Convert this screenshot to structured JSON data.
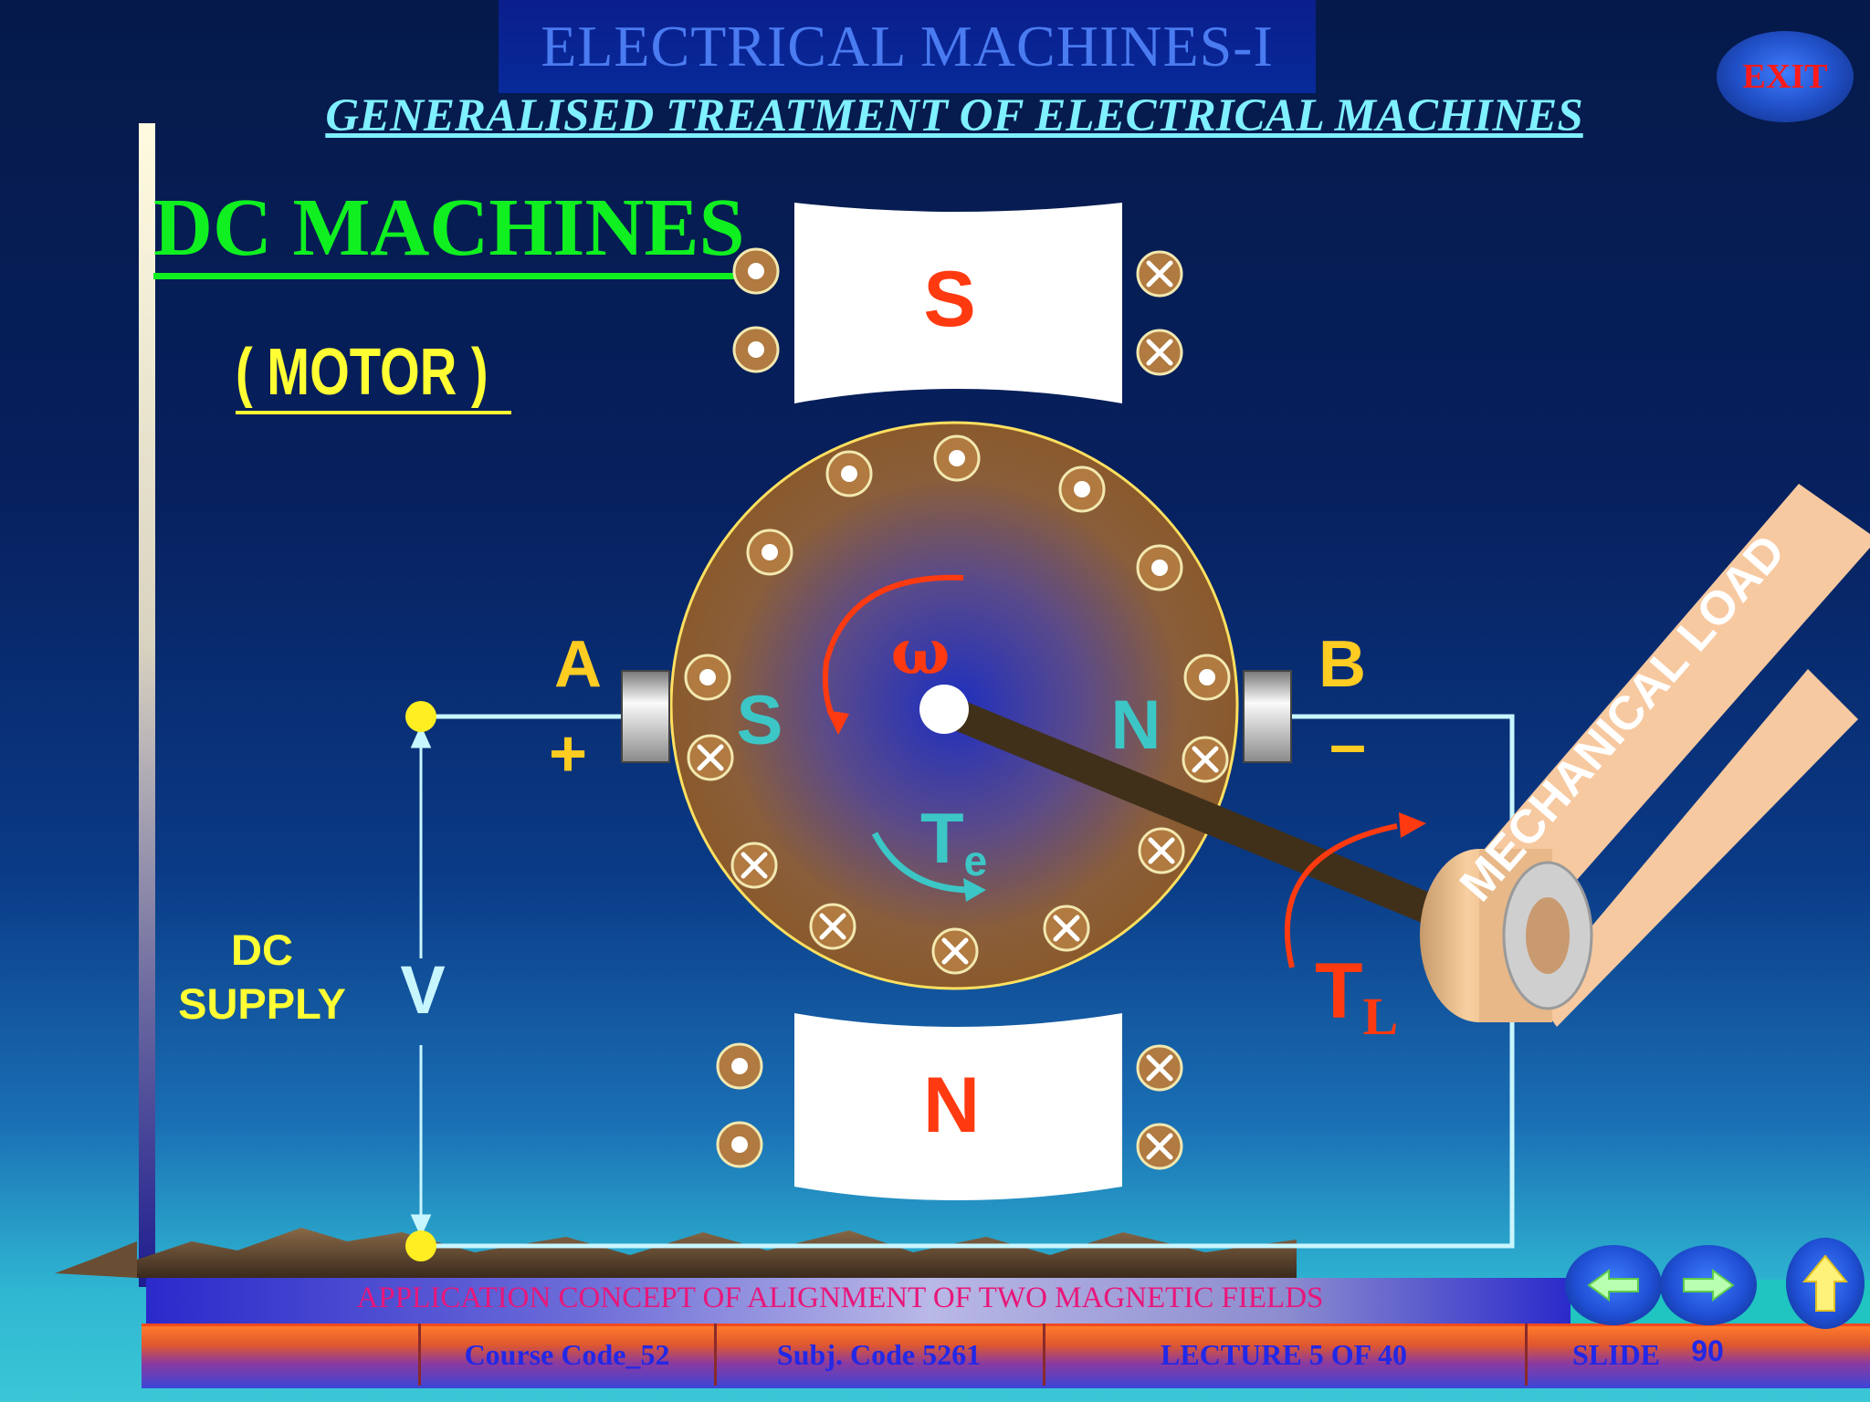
{
  "header": {
    "title": "ELECTRICAL  MACHINES-I",
    "subtitle": "GENERALISED TREATMENT OF ELECTRICAL MACHINES",
    "exit_label": "EXIT"
  },
  "slide": {
    "heading": "DC MACHINES",
    "mode": "( MOTOR )",
    "supply_line1": "DC",
    "supply_line2": "SUPPLY"
  },
  "diagram": {
    "top_pole": "S",
    "bottom_pole": "N",
    "rotor_left_pole": "S",
    "rotor_right_pole": "N",
    "terminal_a": "A",
    "terminal_b": "B",
    "plus_sign": "+",
    "minus_sign": "–",
    "voltage": "V",
    "omega": "ω",
    "torque_e": "T",
    "torque_e_sub": "e",
    "torque_l": "T",
    "torque_l_sub": "L",
    "load_label": "MECHANICAL LOAD"
  },
  "footer": {
    "topic": "APPLICATION  CONCEPT OF ALIGNMENT OF TWO MAGNETIC FIELDS",
    "course_code": "Course Code_52",
    "subject_code": "Subj. Code  5261",
    "lecture": "LECTURE  5 OF 40",
    "slide_label": "SLIDE",
    "slide_number": "90"
  },
  "colors": {
    "heading_green": "#10f020",
    "label_yellow": "#ffff33",
    "pole_red": "#ff3a10",
    "rotor_teal": "#3cc6c6",
    "exit_red": "#ff1a1a",
    "rotor_brown": "#8a5a2c"
  },
  "icons": {
    "back": "left-arrow-icon",
    "forward": "right-arrow-icon",
    "home": "up-arrow-icon"
  }
}
